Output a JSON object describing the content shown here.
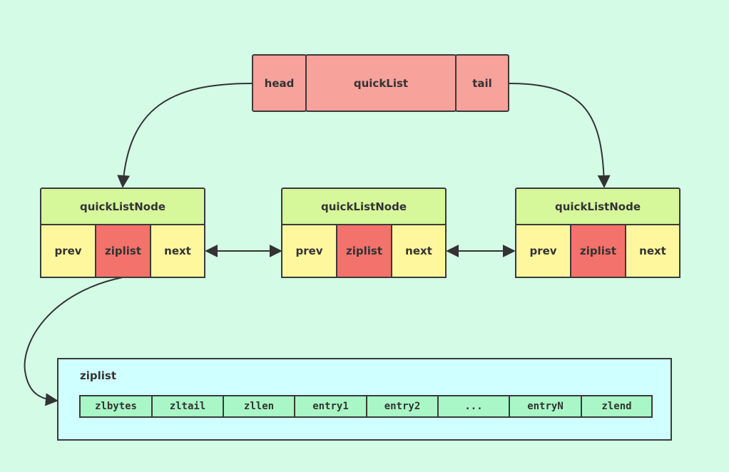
{
  "quicklist": {
    "head": "head",
    "title": "quickList",
    "tail": "tail"
  },
  "nodes": [
    {
      "title": "quickListNode",
      "prev": "prev",
      "ziplist": "ziplist",
      "next": "next"
    },
    {
      "title": "quickListNode",
      "prev": "prev",
      "ziplist": "ziplist",
      "next": "next"
    },
    {
      "title": "quickListNode",
      "prev": "prev",
      "ziplist": "ziplist",
      "next": "next"
    }
  ],
  "ziplist": {
    "title": "ziplist",
    "fields": [
      "zlbytes",
      "zltail",
      "zllen",
      "entry1",
      "entry2",
      "...",
      "entryN",
      "zlend"
    ]
  },
  "colors": {
    "background": "#d4fbe6",
    "quicklist_fill": "#f7a29a",
    "node_header_fill": "#d6f79a",
    "node_cell_fill": "#fff79e",
    "node_ziplist_fill": "#f3726b",
    "ziplist_panel_fill": "#d0ffff",
    "ziplist_cell_fill": "#a9f7c6",
    "stroke": "#3a3a3a"
  }
}
